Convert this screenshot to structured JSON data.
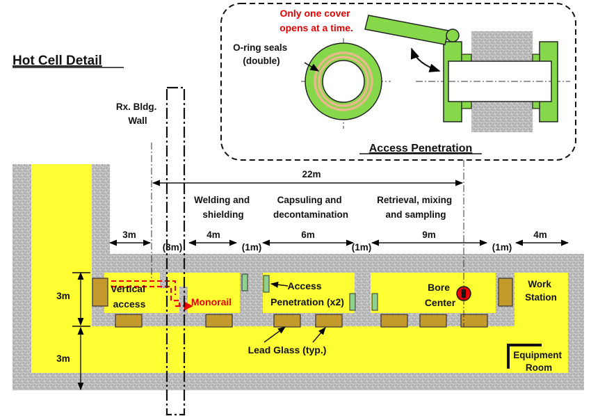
{
  "title": "Hot Cell Detail",
  "inset": {
    "title": "Access Penetration",
    "warning": [
      "Only one cover",
      "opens at a time."
    ],
    "oring_label": [
      "O-ring seals",
      "(double)"
    ]
  },
  "wall_label": [
    "Rx. Bldg.",
    "Wall"
  ],
  "overall_dimension": "22m",
  "zones": [
    {
      "label": [
        "Welding and",
        "shielding"
      ]
    },
    {
      "label": [
        "Capsuling and",
        "decontamination"
      ]
    },
    {
      "label": [
        "Retrieval, mixing",
        "and sampling"
      ]
    }
  ],
  "dimensions": {
    "left_3m": "3m",
    "wall_3m": "(3m)",
    "welding_4m": "4m",
    "gap_1m_a": "(1m)",
    "capsuling_6m": "6m",
    "gap_1m_b": "(1m)",
    "retrieval_9m": "9m",
    "gap_1m_c": "(1m)",
    "right_4m": "4m",
    "height_upper": "3m",
    "height_lower": "3m"
  },
  "rooms": {
    "vertical_access": [
      "Vertical",
      "access"
    ],
    "monorail": "Monorail",
    "access_penetration": [
      "Access",
      "Penetration (x2)"
    ],
    "bore_center": [
      "Bore",
      "Center"
    ],
    "work_station": [
      "Work",
      "Station"
    ],
    "equipment_room": [
      "Equipment",
      "Room"
    ],
    "lead_glass": "Lead Glass (typ.)"
  },
  "colors": {
    "concrete": "#b8b8b8",
    "cell": "#ffff33",
    "lead_glass": "#c49a2c",
    "penetration": "#8fd18f",
    "inset_green": "#86d84a",
    "monorail": "#e60000",
    "warning_text": "#e60000",
    "bore": "#e60000"
  }
}
